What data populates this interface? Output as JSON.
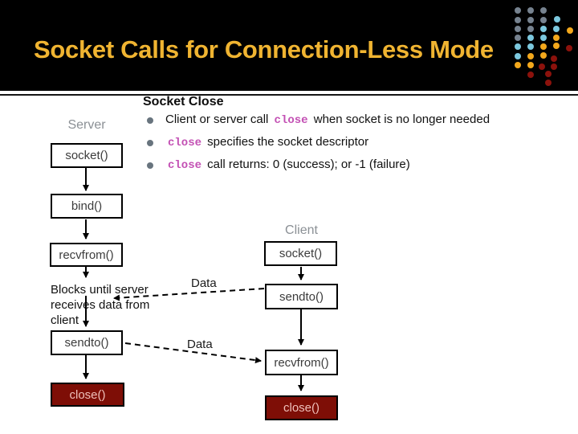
{
  "header": {
    "title": "Socket Calls for Connection-Less Mode"
  },
  "content": {
    "heading": "Socket Close",
    "bullets": [
      {
        "pre": "Client or server call ",
        "mono": "close",
        "post": " when socket is no longer needed"
      },
      {
        "pre": "",
        "mono": "close",
        "post": " specifies the socket descriptor"
      },
      {
        "pre": "",
        "mono": "close",
        "post": " call returns: 0 (success); or -1 (failure)"
      }
    ]
  },
  "diagram": {
    "server": {
      "label": "Server",
      "socket": "socket()",
      "bind": "bind()",
      "recvfrom": "recvfrom()",
      "sendto": "sendto()",
      "close": "close()"
    },
    "client": {
      "label": "Client",
      "socket": "socket()",
      "sendto": "sendto()",
      "recvfrom": "recvfrom()",
      "close": "close()"
    },
    "note": "Blocks until server receives data from client",
    "data_label_1": "Data",
    "data_label_2": "Data"
  },
  "colors": {
    "title_gold": "#f0b431",
    "mono_pink": "#c350b4",
    "close_box_red": "#7e0e06",
    "close_box_text": "#efc0ba",
    "dot_gray": "#76828f",
    "dot_blue": "#7cc8de",
    "dot_gold": "#f3a81c",
    "dot_red": "#8c120c"
  },
  "decor": {
    "dot_colors": {
      "g": "#76828f",
      "b": "#7cc8de",
      "o": "#f3a81c",
      "r": "#8c120c"
    },
    "dots": [
      [
        645,
        13,
        "g"
      ],
      [
        661,
        13,
        "g"
      ],
      [
        677,
        13,
        "g"
      ],
      [
        645,
        25,
        "g"
      ],
      [
        661,
        25,
        "g"
      ],
      [
        677,
        25,
        "g"
      ],
      [
        694,
        24,
        "b"
      ],
      [
        645,
        36,
        "g"
      ],
      [
        661,
        36,
        "g"
      ],
      [
        677,
        36,
        "b"
      ],
      [
        693,
        36,
        "b"
      ],
      [
        710,
        38,
        "o"
      ],
      [
        645,
        47,
        "g"
      ],
      [
        661,
        47,
        "b"
      ],
      [
        677,
        47,
        "b"
      ],
      [
        693,
        47,
        "o"
      ],
      [
        645,
        58,
        "b"
      ],
      [
        661,
        58,
        "b"
      ],
      [
        677,
        58,
        "o"
      ],
      [
        693,
        57,
        "o"
      ],
      [
        709,
        60,
        "r"
      ],
      [
        645,
        70,
        "b"
      ],
      [
        661,
        70,
        "o"
      ],
      [
        677,
        69,
        "o"
      ],
      [
        690,
        73,
        "r"
      ],
      [
        645,
        81,
        "o"
      ],
      [
        661,
        81,
        "o"
      ],
      [
        675,
        83,
        "r"
      ],
      [
        690,
        83,
        "r"
      ],
      [
        661,
        93,
        "r"
      ],
      [
        683,
        92,
        "r"
      ],
      [
        683,
        103,
        "r"
      ]
    ]
  }
}
